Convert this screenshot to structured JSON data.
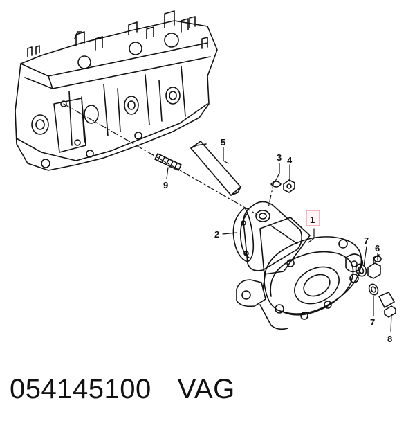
{
  "callouts": [
    "1",
    "2",
    "3",
    "4",
    "5",
    "6",
    "7",
    "7",
    "8",
    "9"
  ],
  "caption": {
    "part_number": "054145100",
    "brand": "VAG"
  },
  "colors": {
    "line": "#111111",
    "highlight": "#e8a0a8"
  }
}
